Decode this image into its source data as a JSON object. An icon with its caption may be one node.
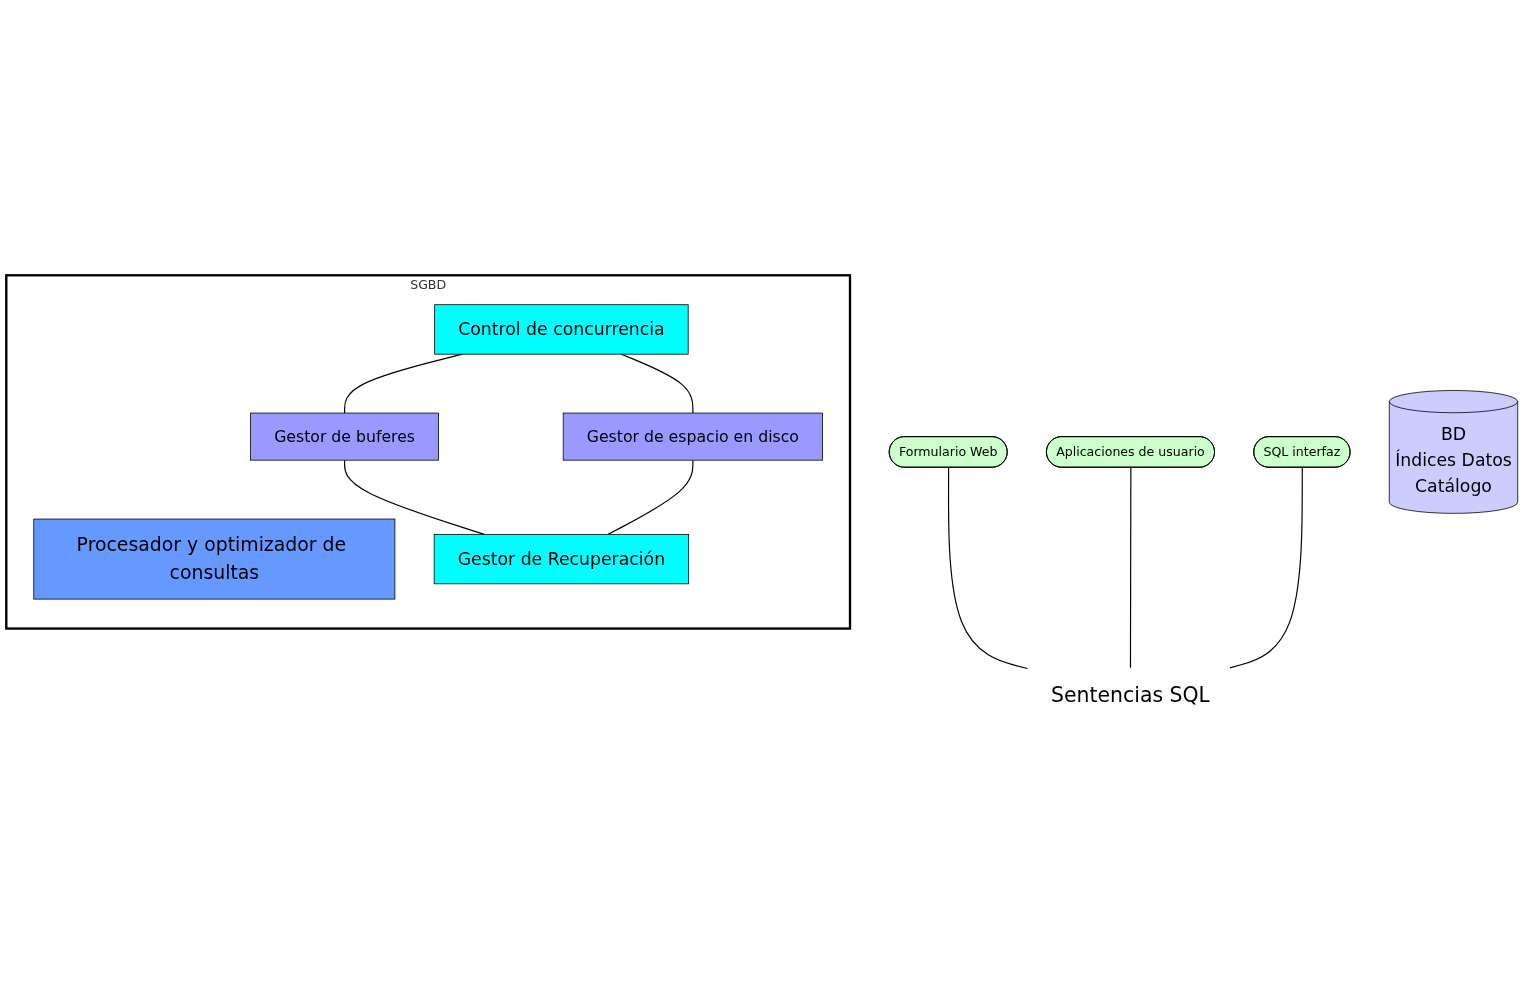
{
  "diagram": {
    "nodes": [
      {
        "text": [
          "Formulario Web"
        ]
      },
      {
        "text": [
          "Aplicaciones de usuario"
        ]
      },
      {
        "text": [
          "SQL interfaz"
        ]
      },
      {
        "text": [
          "Sentencias SQL"
        ]
      },
      {
        "text": [
          "SGBD"
        ]
      },
      {
        "text": [
          "Procesador y optimizador de consultas"
        ],
        "in": 4
      },
      {
        "text": [
          "Control de concurrencia"
        ],
        "in": 4
      },
      {
        "text": [
          "Gestor de buferes"
        ],
        "in": 4
      },
      {
        "text": [
          "Gestor de espacio en disco"
        ],
        "in": 4
      },
      {
        "text": [
          "Gestor de Recuperación"
        ],
        "in": 4
      },
      {
        "text": [
          "BD",
          "Índices Datos",
          "Catálogo"
        ]
      }
    ],
    "edges": [
      {
        "from": 0,
        "to": 3,
        "arrow": "none"
      },
      {
        "from": 1,
        "to": 3,
        "arrow": "none"
      },
      {
        "from": 2,
        "to": 3,
        "arrow": "none"
      },
      {
        "from": 6,
        "to": 7,
        "arrow": "none"
      },
      {
        "from": 7,
        "to": 9,
        "arrow": "none"
      },
      {
        "from": 6,
        "to": 8,
        "arrow": "none"
      },
      {
        "from": 8,
        "to": 9,
        "arrow": "none"
      }
    ]
  }
}
